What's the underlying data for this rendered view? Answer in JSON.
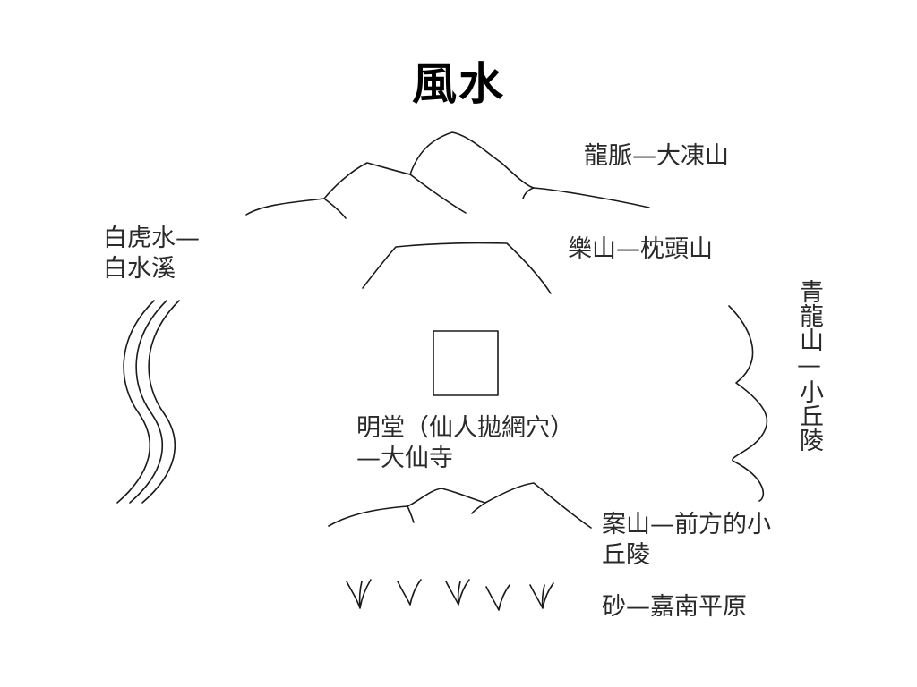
{
  "slide": {
    "title": "風水"
  },
  "labels": {
    "dragon_vein": "龍脈—大凍山",
    "le_mountain": "樂山—枕頭山",
    "white_tiger_line1": "白虎水—",
    "white_tiger_line2": "白水溪",
    "azure_dragon": "青龍山—小丘陵",
    "ming_tang_line1": "明堂（仙人拋網穴）",
    "ming_tang_line2": "—大仙寺",
    "an_mountain_line1": "案山—前方的小",
    "an_mountain_line2": "丘陵",
    "sand": "砂—嘉南平原"
  },
  "colors": {
    "ink": "#1a1a1a",
    "text": "#2a2a2a",
    "background": "#ffffff"
  }
}
